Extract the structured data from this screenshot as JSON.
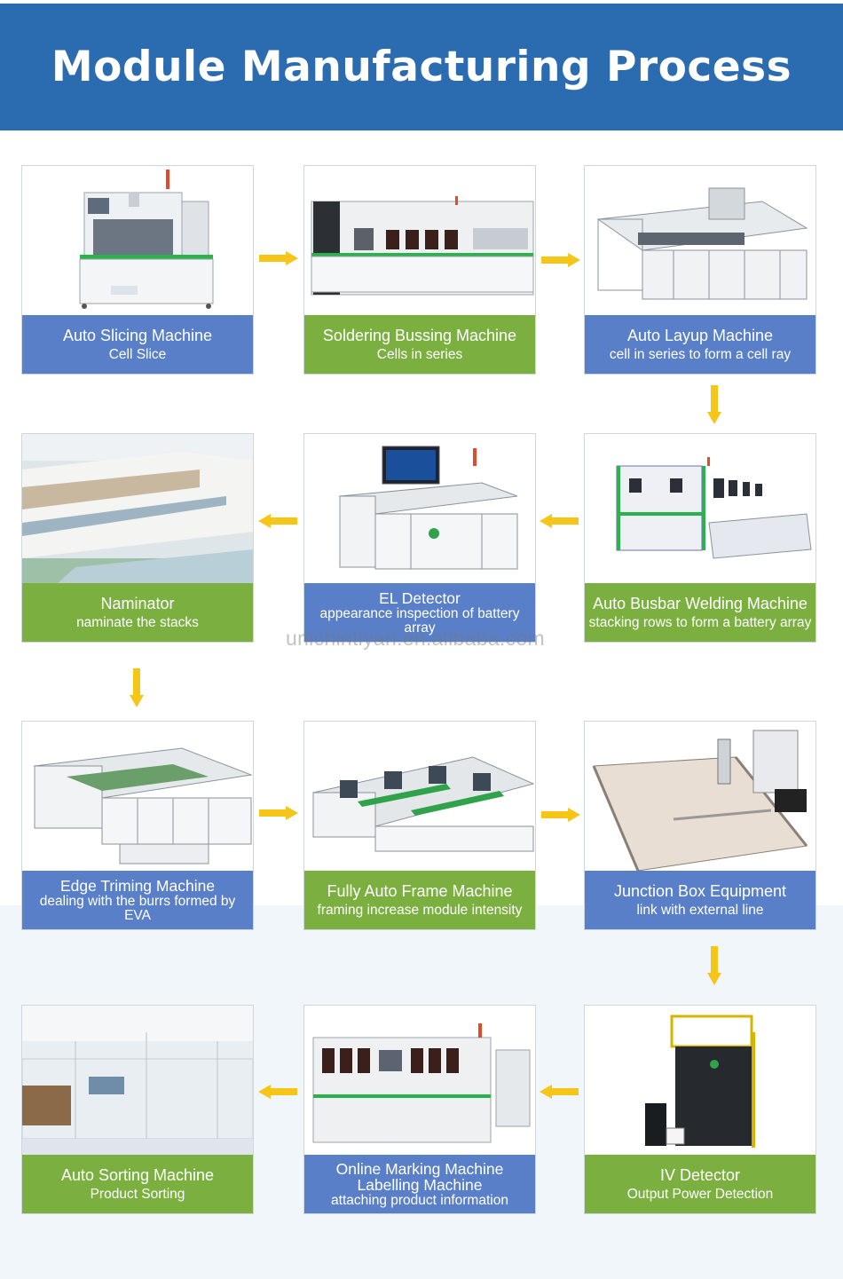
{
  "title": "Module Manufacturing Process",
  "watermark": "unichintiyan.en.alibaba.com",
  "colors": {
    "header": "#2b6cb0",
    "caption_blue": "#5a7fc9",
    "caption_green": "#7bb041",
    "arrow": "#f5c518"
  },
  "steps": [
    {
      "title": "Auto Slicing Machine",
      "subtitle": "Cell Slice"
    },
    {
      "title": "Soldering Bussing Machine",
      "subtitle": "Cells in series"
    },
    {
      "title": "Auto Layup Machine",
      "subtitle": "cell in series to form a cell ray"
    },
    {
      "title": "Auto Busbar Welding Machine",
      "subtitle": "stacking rows to form a battery array"
    },
    {
      "title": "EL Detector",
      "subtitle": "appearance inspection of battery array"
    },
    {
      "title": "Naminator",
      "subtitle": "naminate the stacks"
    },
    {
      "title": "Edge Triming Machine",
      "subtitle": "dealing with the burrs formed by EVA"
    },
    {
      "title": "Fully Auto Frame Machine",
      "subtitle": "framing increase module intensity"
    },
    {
      "title": "Junction Box Equipment",
      "subtitle": "link with external line"
    },
    {
      "title": "IV Detector",
      "subtitle": "Output Power Detection"
    },
    {
      "title": "Online Marking Machine Labelling Machine",
      "subtitle": "attaching product information"
    },
    {
      "title": "Auto Sorting Machine",
      "subtitle": "Product Sorting"
    }
  ]
}
